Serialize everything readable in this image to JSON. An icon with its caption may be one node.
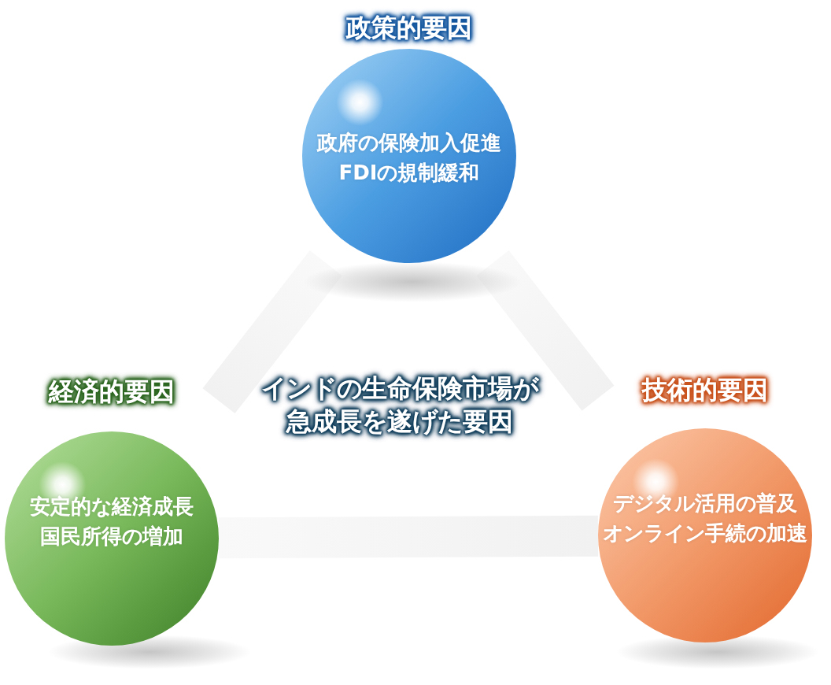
{
  "diagram": {
    "title": "インドの生命保険市場が急成長を遂げた要因",
    "nodes": [
      {
        "text": [
          "政策的要因",
          "政府の保険加入促進",
          "FDIの規制緩和"
        ]
      },
      {
        "text": [
          "経済的要因",
          "安定的な経済成長",
          "国民所得の増加"
        ]
      },
      {
        "text": [
          "技術的要因",
          "デジタル活用の普及",
          "オンライン手続の加速"
        ]
      }
    ],
    "edges": [
      {
        "from": 0,
        "to": 1,
        "arrow": "none"
      },
      {
        "from": 0,
        "to": 2,
        "arrow": "none"
      },
      {
        "from": 1,
        "to": 2,
        "arrow": "none"
      }
    ]
  }
}
